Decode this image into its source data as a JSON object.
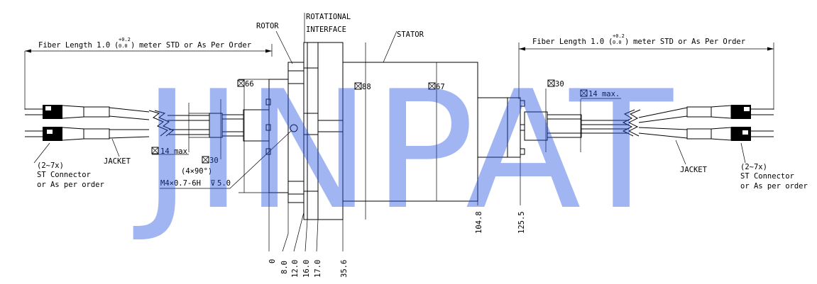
{
  "watermark": "JINPAT",
  "labels": {
    "rotor": "ROTOR",
    "rotational_interface": [
      "ROTATIONAL",
      "INTERFACE"
    ],
    "stator": "STATOR",
    "jacket": "JACKET",
    "max14_left": "14 max",
    "max14_right": "14 max.",
    "holes": "(4×90°)",
    "thread": "M4×0.7-6H",
    "depth": "5.0"
  },
  "fiber_length": {
    "prefix": "Fiber Length 1.0",
    "tol_upper": "+0.2",
    "tol_lower": "0.0",
    "suffix": "meter STD or As Per Order"
  },
  "connector_note": [
    "(2~7x)",
    "ST Connector",
    "or As per order"
  ],
  "diameters": {
    "d66": "66",
    "d30": "30",
    "d88": "88",
    "d67": "67"
  },
  "baseline_dims": [
    "0",
    "8.0",
    "12.0",
    "16.0",
    "17.0",
    "35.6",
    "104.8",
    "125.5"
  ]
}
